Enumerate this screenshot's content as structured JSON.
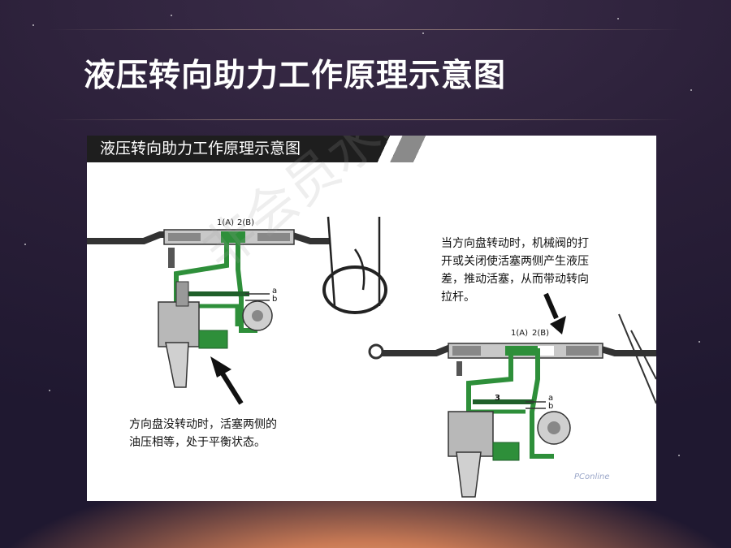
{
  "slide": {
    "title": "液压转向助力工作原理示意图"
  },
  "figure": {
    "banner_title": "液压转向助力工作原理示意图",
    "left_diagram": {
      "label_a": "1(A)",
      "label_b": "2(B)",
      "port_a": "a",
      "port_b": "b",
      "caption_line1": "方向盘没转动时，活塞两侧的",
      "caption_line2": "油压相等，处于平衡状态。"
    },
    "right_diagram": {
      "label_a": "1(A)",
      "label_b": "2(B)",
      "label_3": "3",
      "port_a": "a",
      "port_b": "b",
      "caption_line1": "当方向盘转动时，机械阀的打",
      "caption_line2": "开或关闭使活塞两侧产生液压",
      "caption_line3": "差，推动活塞，从而带动转向",
      "caption_line4": "拉杆。"
    },
    "watermark": "非会员水印",
    "credit": "PConline"
  },
  "colors": {
    "hydraulic_green": "#2e8f3a",
    "dark_green": "#1f5f2a",
    "banner_bg": "#1e1e1e"
  }
}
